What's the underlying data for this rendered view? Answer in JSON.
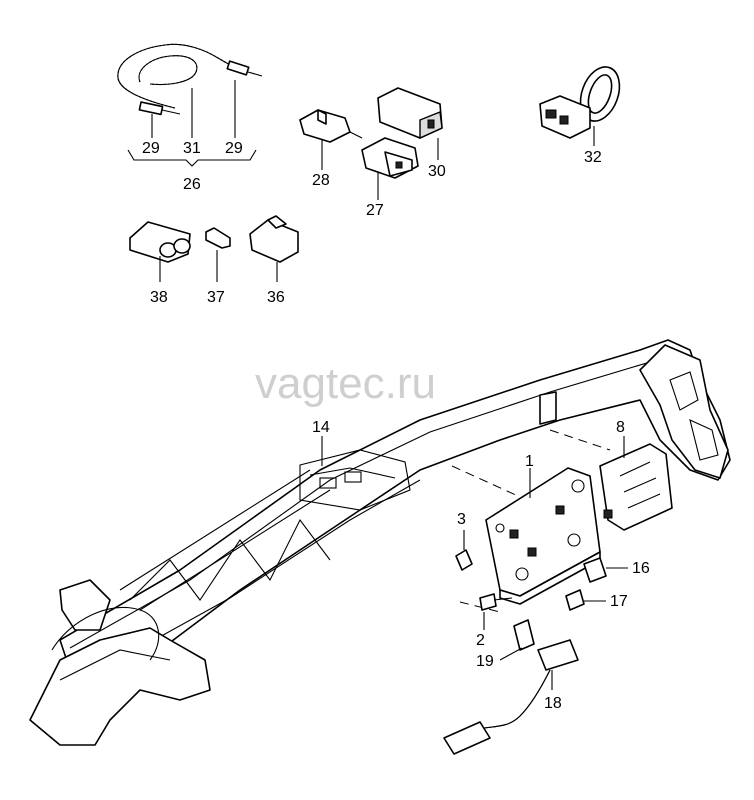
{
  "watermark": "vagtec.ru",
  "callouts": {
    "c1": "1",
    "c2": "2",
    "c3": "3",
    "c8": "8",
    "c14": "14",
    "c16": "16",
    "c17": "17",
    "c18": "18",
    "c19": "19",
    "c26": "26",
    "c27": "27",
    "c28": "28",
    "c29a": "29",
    "c29b": "29",
    "c30": "30",
    "c31": "31",
    "c32": "32",
    "c36": "36",
    "c37": "37",
    "c38": "38"
  }
}
